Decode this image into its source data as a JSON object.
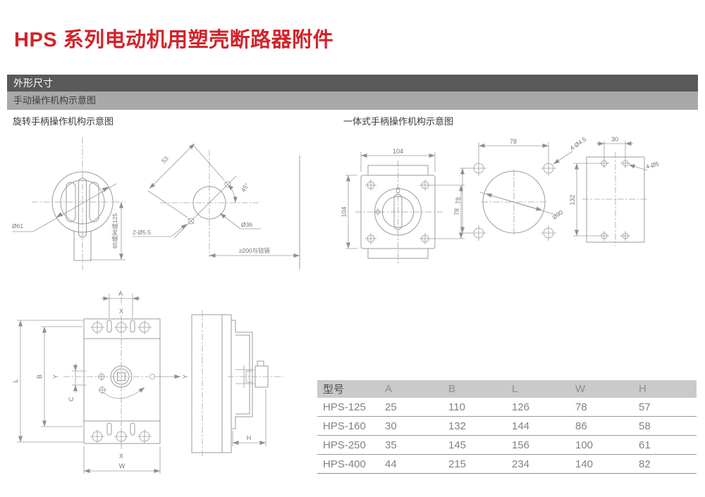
{
  "page": {
    "title": "HPS 系列电动机用塑壳断路器附件"
  },
  "section": {
    "header": "外形尺寸",
    "subheader": "手动操作机构示意图"
  },
  "diagrams": {
    "rotary_label": "旋转手柄操作机构示意图",
    "integrated_label": "一体式手柄操作机构示意图",
    "rotary": {
      "knob_diameter": "Ø61",
      "shaft_lengths": "65或96或125",
      "hole_pitch": "53",
      "mounting_holes": "2-Ø5.5",
      "angle": "45°",
      "center_hole": "Ø36",
      "hinge_clearance": "≥200与铰链"
    },
    "integrated": {
      "plate_width": "104",
      "plate_height": "104",
      "plate_hole_pitch": "78",
      "cutout_pitch_h": "78",
      "cutout_pitch_v": "78",
      "cutout_holes": "4-Ø4.5",
      "cutout_diameter": "Ø90",
      "bracket_height": "132",
      "bracket_hole_pitch": "30",
      "bracket_holes": "4-Ø5"
    },
    "outline": {
      "a": "A",
      "b": "B",
      "c": "C",
      "l": "L",
      "w": "W",
      "h": "H",
      "x": "X",
      "y": "Y"
    }
  },
  "table": {
    "headers": [
      "型号",
      "A",
      "B",
      "L",
      "W",
      "H"
    ],
    "rows": [
      [
        "HPS-125",
        "25",
        "110",
        "126",
        "78",
        "57"
      ],
      [
        "HPS-160",
        "30",
        "132",
        "144",
        "86",
        "58"
      ],
      [
        "HPS-250",
        "35",
        "145",
        "156",
        "100",
        "61"
      ],
      [
        "HPS-400",
        "44",
        "215",
        "234",
        "140",
        "82"
      ]
    ]
  },
  "colors": {
    "accent": "#d2232a",
    "bar_dark": "#59595b",
    "bar_light": "#a9a9aa"
  }
}
